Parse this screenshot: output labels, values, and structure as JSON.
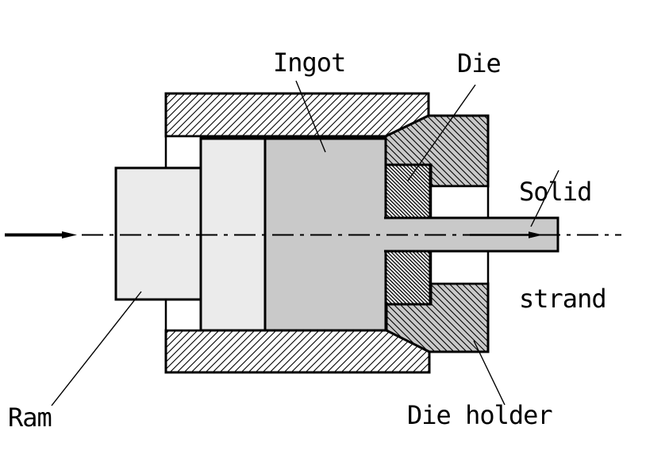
{
  "labels": {
    "ingot": "Ingot",
    "die": "Die",
    "solid_strand": [
      "Solid",
      "strand"
    ],
    "ram": "Ram",
    "die_holder": "Die holder"
  },
  "colors": {
    "background": "#ffffff",
    "outline": "#000000",
    "ram": "#ebebeb",
    "pressure_pad": "#ebebeb",
    "ingot": "#c9c9c9",
    "strand": "#c9c9c9",
    "die_holder": "#c9c9c9",
    "die": "#ffffff",
    "container_wall": "#ffffff"
  },
  "arrows": {
    "force_direction": "right",
    "strand_direction": "right"
  }
}
